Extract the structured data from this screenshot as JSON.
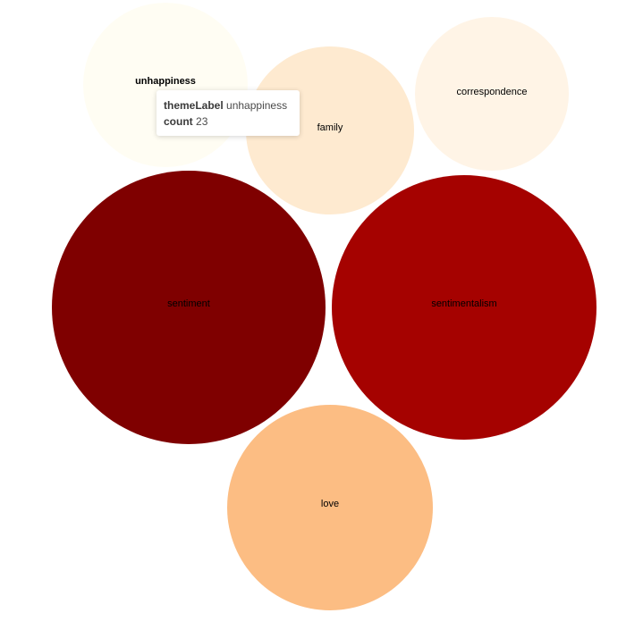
{
  "chart_data": {
    "type": "bubble",
    "series": [
      {
        "name": "unhappiness",
        "count": 23,
        "color": "#fffdf3"
      },
      {
        "name": "family",
        "color": "#feead0"
      },
      {
        "name": "correspondence",
        "color": "#fff4e6"
      },
      {
        "name": "sentiment",
        "color": "#7f0000"
      },
      {
        "name": "sentimentalism",
        "color": "#a50200"
      },
      {
        "name": "love",
        "color": "#fcbd83"
      }
    ]
  },
  "tooltip": {
    "key1": "themeLabel",
    "val1": "unhappiness",
    "key2": "count",
    "val2": "23"
  },
  "hovered": "unhappiness"
}
